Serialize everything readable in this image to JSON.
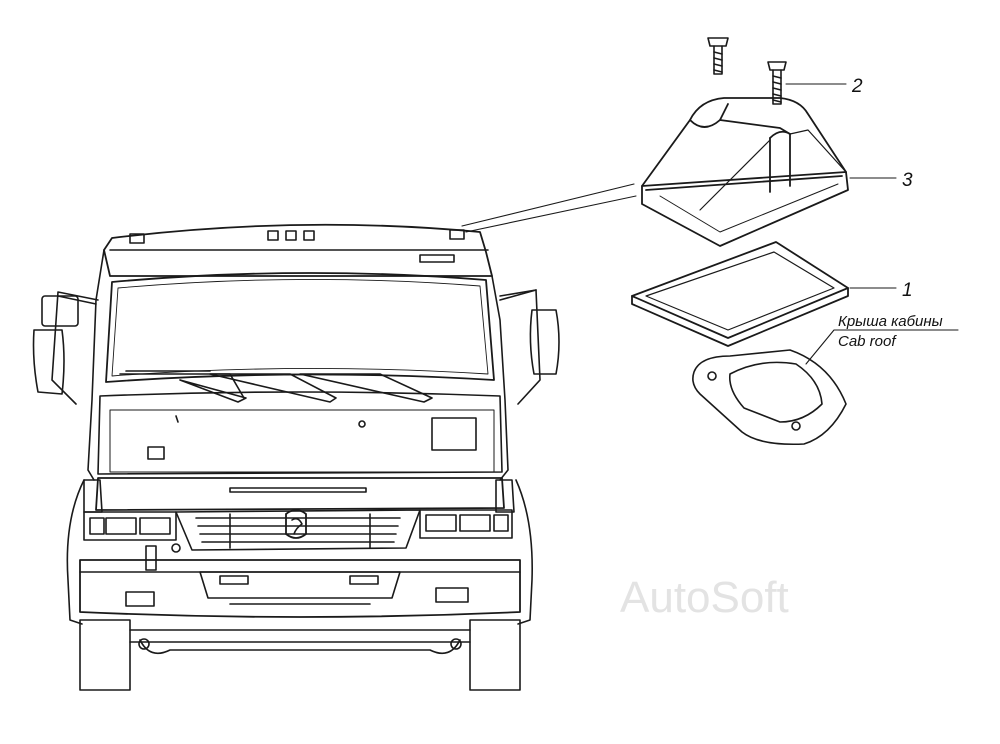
{
  "callouts": {
    "gasket": "1",
    "bolt": "2",
    "lamp_housing": "3"
  },
  "roof_label": {
    "ru": "Крыша кабины",
    "en": "Cab roof"
  },
  "watermark": "AutoSoft",
  "colors": {
    "line": "#1a1a1a",
    "background": "#ffffff",
    "watermark": "#e3e3e3"
  }
}
